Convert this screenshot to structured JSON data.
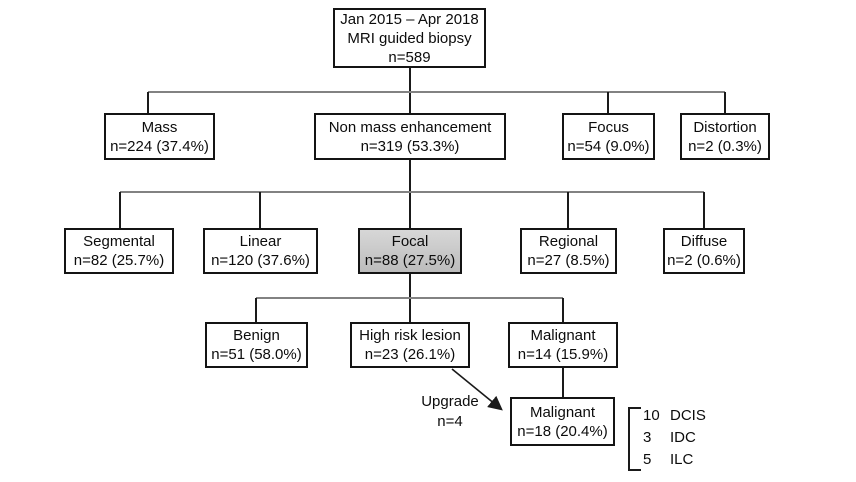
{
  "nodes": {
    "root": {
      "line1": "Jan 2015 – Apr 2018",
      "line2": "MRI guided biopsy",
      "line3": "n=589"
    },
    "mass": {
      "label": "Mass",
      "stat": "n=224 (37.4%)"
    },
    "nme": {
      "label": "Non mass enhancement",
      "stat": "n=319 (53.3%)"
    },
    "focus": {
      "label": "Focus",
      "stat": "n=54 (9.0%)"
    },
    "distortion": {
      "label": "Distortion",
      "stat": "n=2 (0.3%)"
    },
    "segmental": {
      "label": "Segmental",
      "stat": "n=82 (25.7%)"
    },
    "linear": {
      "label": "Linear",
      "stat": "n=120 (37.6%)"
    },
    "focal": {
      "label": "Focal",
      "stat": "n=88 (27.5%)"
    },
    "regional": {
      "label": "Regional",
      "stat": "n=27 (8.5%)"
    },
    "diffuse": {
      "label": "Diffuse",
      "stat": "n=2 (0.6%)"
    },
    "benign": {
      "label": "Benign",
      "stat": "n=51 (58.0%)"
    },
    "high_risk": {
      "label": "High risk lesion",
      "stat": "n=23 (26.1%)"
    },
    "malignant": {
      "label": "Malignant",
      "stat": "n=14 (15.9%)"
    },
    "malignant_upgraded": {
      "label": "Malignant",
      "stat": "n=18 (20.4%)"
    }
  },
  "upgrade_note": {
    "label": "Upgrade",
    "stat": "n=4"
  },
  "pathology_breakdown": [
    {
      "count": "10",
      "name": "DCIS"
    },
    {
      "count": "3",
      "name": "IDC"
    },
    {
      "count": "5",
      "name": "ILC"
    }
  ],
  "colors": {
    "highlight_fill_top": "#d7d7d7",
    "highlight_fill_bottom": "#bcbcbc",
    "box_border": "#141414",
    "connector_horizontal": "#828282",
    "connector_vertical": "#1a1a1a"
  }
}
